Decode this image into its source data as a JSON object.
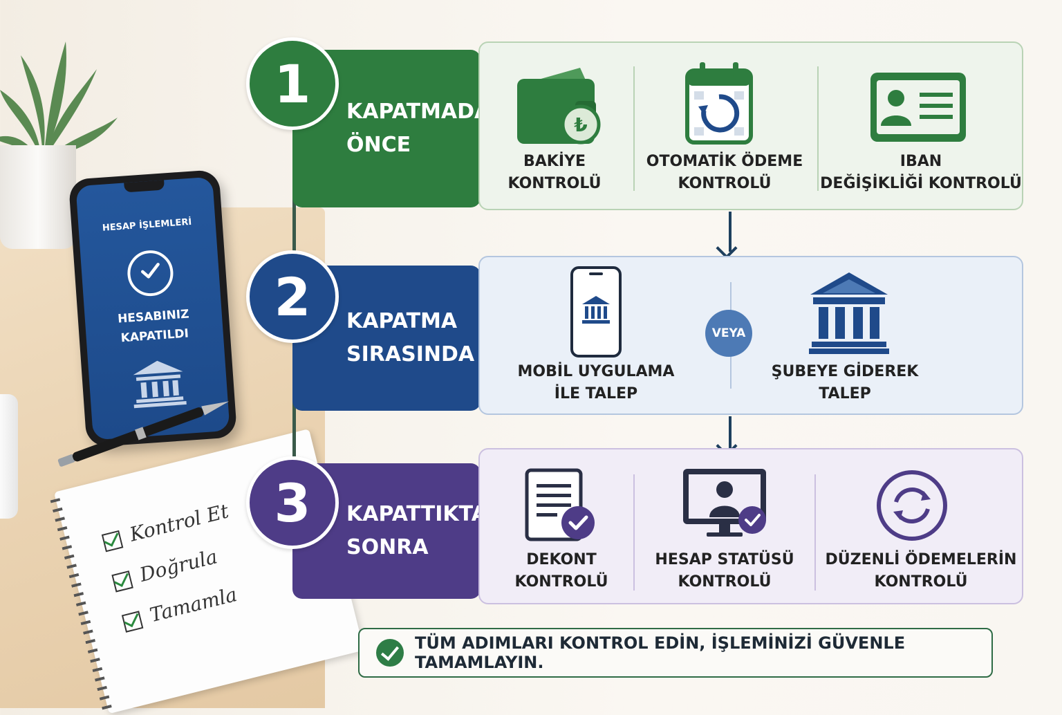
{
  "phone": {
    "title": "HESAP İŞLEMLERİ",
    "message_line1": "HESABINIZ",
    "message_line2": "KAPATILDI"
  },
  "notebook": {
    "items": [
      "Kontrol Et",
      "Doğrula",
      "Tamamla"
    ]
  },
  "steps": [
    {
      "number": "1",
      "title_line1": "KAPATMADAN",
      "title_line2": "ÖNCE",
      "color": "#2e7d3f",
      "items": [
        {
          "line1": "BAKİYE",
          "line2": "KONTROLÜ",
          "icon": "wallet-lira-icon"
        },
        {
          "line1": "OTOMATİK ÖDEME",
          "line2": "KONTROLÜ",
          "icon": "calendar-refresh-icon"
        },
        {
          "line1": "IBAN",
          "line2": "DEĞİŞİKLİĞİ KONTROLÜ",
          "icon": "id-card-icon"
        }
      ]
    },
    {
      "number": "2",
      "title_line1": "KAPATMA",
      "title_line2": "SIRASINDA",
      "color": "#1f4a8a",
      "connector": "VEYA",
      "items": [
        {
          "line1": "MOBİL UYGULAMA",
          "line2": "İLE TALEP",
          "icon": "mobile-bank-icon"
        },
        {
          "line1": "ŞUBEYE GİDEREK",
          "line2": "TALEP",
          "icon": "bank-building-icon"
        }
      ]
    },
    {
      "number": "3",
      "title_line1": "KAPATTIKTAN",
      "title_line2": "SONRA",
      "color": "#4e3c87",
      "items": [
        {
          "line1": "DEKONT",
          "line2": "KONTROLÜ",
          "icon": "document-check-icon"
        },
        {
          "line1": "HESAP STATÜSÜ",
          "line2": "KONTROLÜ",
          "icon": "monitor-user-check-icon"
        },
        {
          "line1": "DÜZENLİ ÖDEMELERİN",
          "line2": "KONTROLÜ",
          "icon": "refresh-cycle-icon"
        }
      ]
    }
  ],
  "footer": {
    "text": "TÜM ADIMLARI KONTROL EDİN, İŞLEMİNİZİ GÜVENLE TAMAMLAYIN."
  }
}
